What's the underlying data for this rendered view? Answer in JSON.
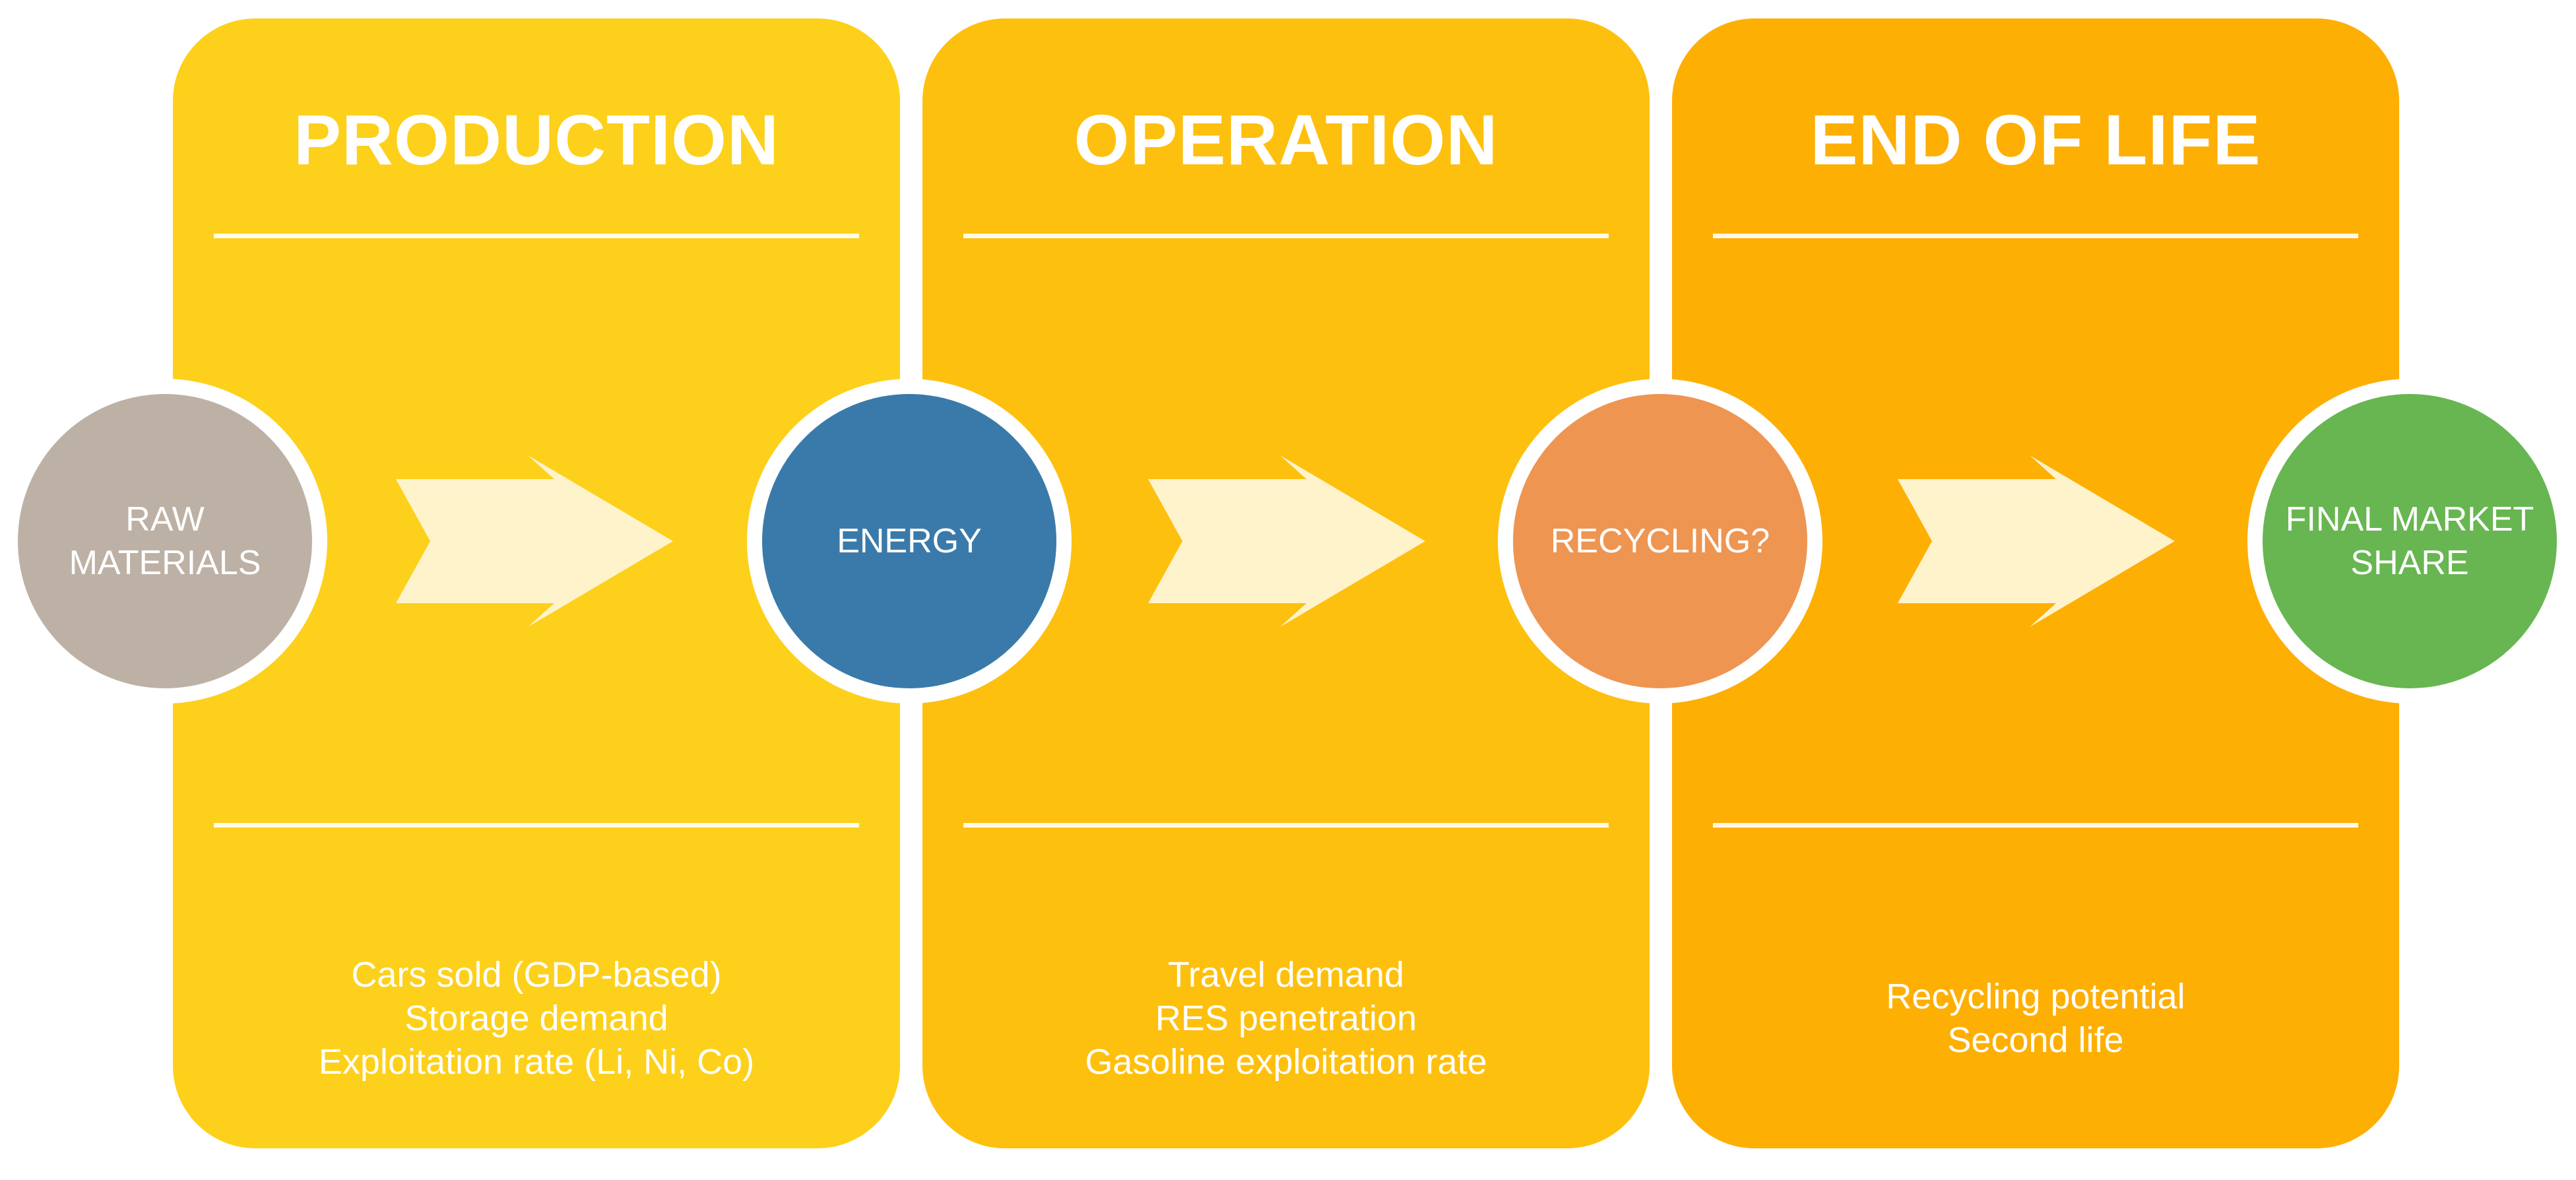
{
  "colors": {
    "production_panel": "#FDD01B",
    "operation_panel": "#FEC00E",
    "end_of_life_panel": "#FEAF04",
    "arrow": "#FFF3CC",
    "raw_materials_node": "#BDB1A5",
    "energy_node": "#3A7AAA",
    "recycling_node": "#EE9552",
    "final_market_share_node": "#68B651"
  },
  "panels": [
    {
      "title": "PRODUCTION",
      "details": [
        "Cars sold (GDP-based)",
        "Storage demand",
        "Exploitation rate (Li, Ni, Co)"
      ]
    },
    {
      "title": "OPERATION",
      "details": [
        "Travel demand",
        "RES penetration",
        "Gasoline exploitation rate"
      ]
    },
    {
      "title": "END OF LIFE",
      "details": [
        "Recycling potential",
        "Second life"
      ]
    }
  ],
  "nodes": {
    "raw_materials": [
      "RAW",
      "MATERIALS"
    ],
    "energy": [
      "ENERGY"
    ],
    "recycling": [
      "RECYCLING?"
    ],
    "final_market_share": [
      "FINAL MARKET",
      "SHARE"
    ]
  },
  "arrow_icon": "chevron-arrow-right"
}
